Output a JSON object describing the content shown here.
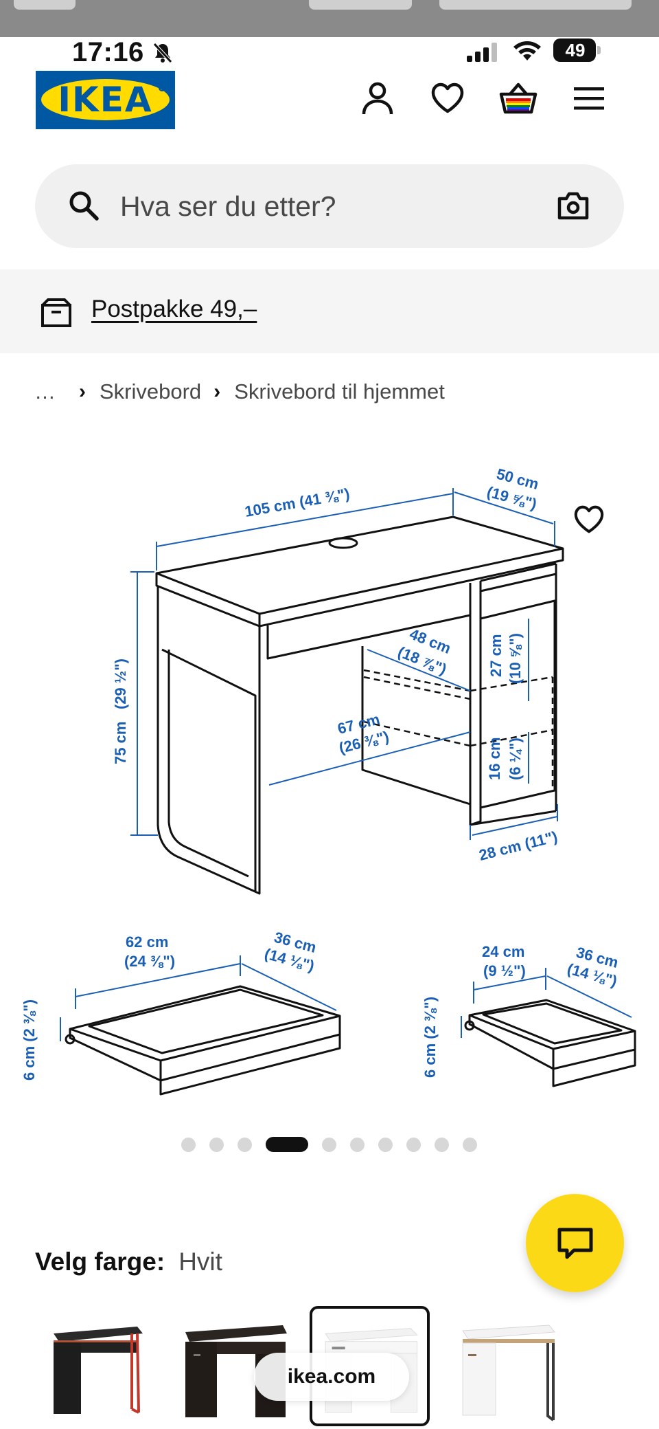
{
  "status_bar": {
    "time": "17:16",
    "battery_level": "49"
  },
  "header": {
    "logo_text": "IKEA",
    "icons": [
      "account-icon",
      "favorites-heart-icon",
      "basket-icon",
      "menu-hamburger-icon"
    ]
  },
  "search": {
    "placeholder": "Hva ser du etter?"
  },
  "banner": {
    "text": "Postpakke 49,–"
  },
  "breadcrumb": {
    "ellipsis": "…",
    "items": [
      "Skrivebord",
      "Skrivebord til hjemmet"
    ]
  },
  "diagram": {
    "desk": {
      "width": "105 cm (41 ⅜\")",
      "depth_cm": "50 cm",
      "depth_in": "(19 ⅝\")",
      "height_cm": "75 cm",
      "height_in": "(29 ½\")",
      "inner_depth_cm": "48 cm",
      "inner_depth_in": "(18 ⅞\")",
      "legroom_cm": "67 cm",
      "legroom_in": "(26 ⅜\")",
      "shelf_upper_cm": "27 cm",
      "shelf_upper_in": "(10 ⅝\")",
      "shelf_lower_cm": "16 cm",
      "shelf_lower_in": "(6 ¼\")",
      "cabinet_width": "28 cm (11\")"
    },
    "drawer_large": {
      "width_cm": "62 cm",
      "width_in": "(24 ⅜\")",
      "depth_cm": "36 cm",
      "depth_in": "(14 ⅛\")",
      "height": "6 cm (2 ⅜\")"
    },
    "drawer_small": {
      "width_cm": "24 cm",
      "width_in": "(9 ½\")",
      "depth_cm": "36 cm",
      "depth_in": "(14 ⅛\")",
      "height": "6 cm (2 ⅜\")"
    }
  },
  "carousel": {
    "total": 10,
    "active_index": 3
  },
  "color_chooser": {
    "label": "Velg farge:",
    "value": "Hvit",
    "swatches": [
      {
        "name": "black-red",
        "selected": false
      },
      {
        "name": "black-brown",
        "selected": false
      },
      {
        "name": "white",
        "selected": true
      },
      {
        "name": "white-anthracite",
        "selected": false
      }
    ]
  },
  "browser": {
    "url": "ikea.com"
  },
  "colors": {
    "ikea_blue": "#0058a3",
    "ikea_yellow": "#ffdb00",
    "chat_yellow": "#fcd916",
    "dimension_blue": "#1a5fb4"
  }
}
